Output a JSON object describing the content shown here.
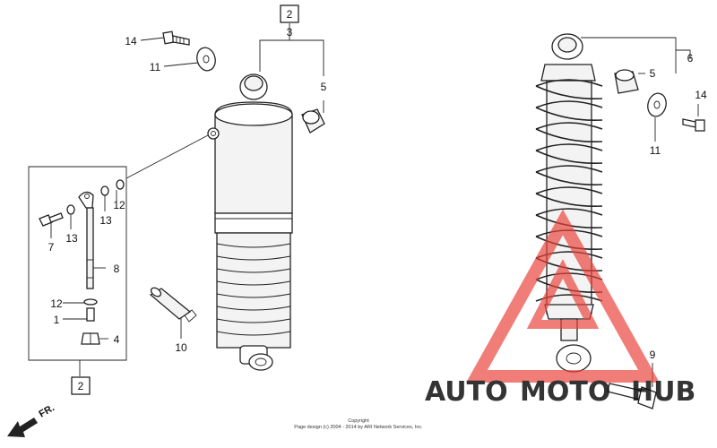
{
  "diagram": {
    "callouts": {
      "box_top": "2",
      "box_bottom": "2",
      "left_14": "14",
      "left_11": "11",
      "left_3": "3",
      "left_5": "5",
      "left_12_top": "12",
      "left_13_right": "13",
      "left_7": "7",
      "left_13_left": "13",
      "left_8": "8",
      "left_12_bottom": "12",
      "left_1": "1",
      "left_4": "4",
      "left_10": "10",
      "right_6": "6",
      "right_5": "5",
      "right_14": "14",
      "right_11": "11",
      "right_9": "9"
    },
    "direction_label": "FR.",
    "copyright_line1": "Copyright",
    "copyright_line2": "Page design (c) 2004 - 2014 by ARI Network Services, Inc."
  },
  "watermark": {
    "part1": "AUTO",
    "part2": "MOTO",
    "part3": "HUB",
    "color_gold": "#f2b233",
    "color_red": "#e8413a",
    "color_gray": "#8a8a8a"
  }
}
